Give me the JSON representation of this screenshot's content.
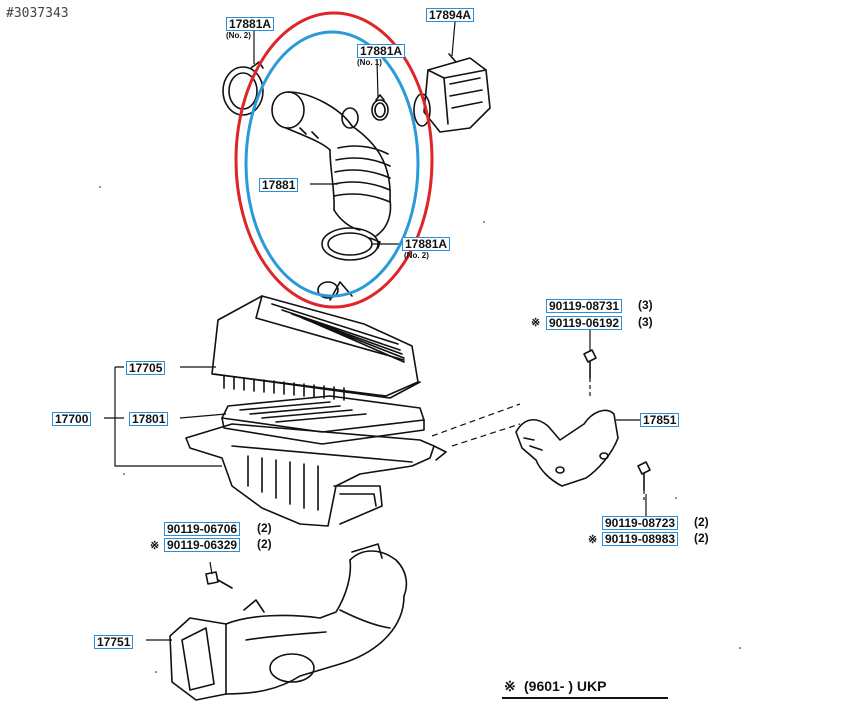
{
  "image_id": "#3037343",
  "colors": {
    "outer_highlight": "#e0252a",
    "inner_highlight": "#2a9ad8",
    "label_box": "#2a8fd6",
    "line": "#111111"
  },
  "labels": {
    "p17881A_no2_top": "17881A",
    "p17881A_no2_top_note": "(No. 2)",
    "p17881A_no1": "17881A",
    "p17881A_no1_note": "(No. 1)",
    "p17894A": "17894A",
    "p17881": "17881",
    "p17881A_no2_bottom": "17881A",
    "p17881A_no2_bottom_note": "(No. 2)",
    "p17705": "17705",
    "p17700": "17700",
    "p17801": "17801",
    "p17851": "17851",
    "bolt_a_1": "90119-08731",
    "bolt_a_1_qty": "(3)",
    "bolt_a_2": "90119-06192",
    "bolt_a_2_qty": "(3)",
    "bolt_b_1": "90119-08723",
    "bolt_b_1_qty": "(2)",
    "bolt_b_2": "90119-08983",
    "bolt_b_2_qty": "(2)",
    "bolt_c_1": "90119-06706",
    "bolt_c_1_qty": "(2)",
    "bolt_c_2": "90119-06329",
    "bolt_c_2_qty": "(2)",
    "p17751": "17751",
    "asterisk": "※"
  },
  "legend": {
    "mark": "※",
    "text": "(9601-         ) UKP"
  }
}
